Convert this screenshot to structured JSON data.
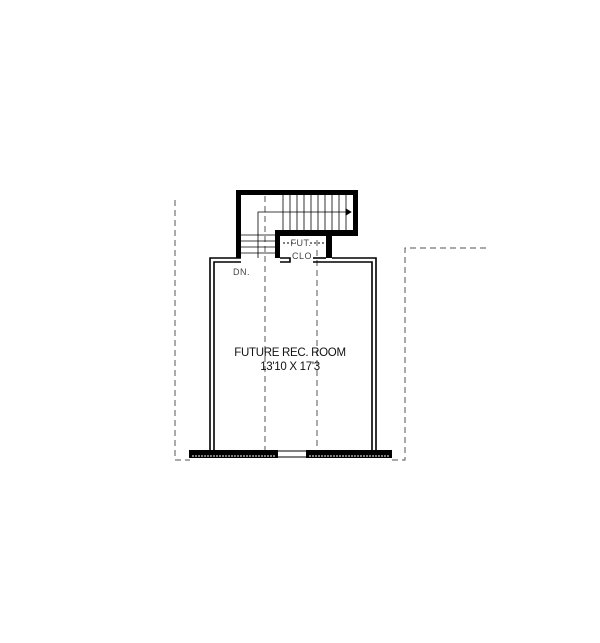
{
  "plan": {
    "room": {
      "name": "FUTURE REC. ROOM",
      "dimensions": "13'10 X 17'3"
    },
    "closet": {
      "line1": "FUT.",
      "line2": "CLO"
    },
    "stair": {
      "label": "DN."
    },
    "colors": {
      "wall": "#000000",
      "dashed": "#555555",
      "background": "#ffffff"
    }
  }
}
